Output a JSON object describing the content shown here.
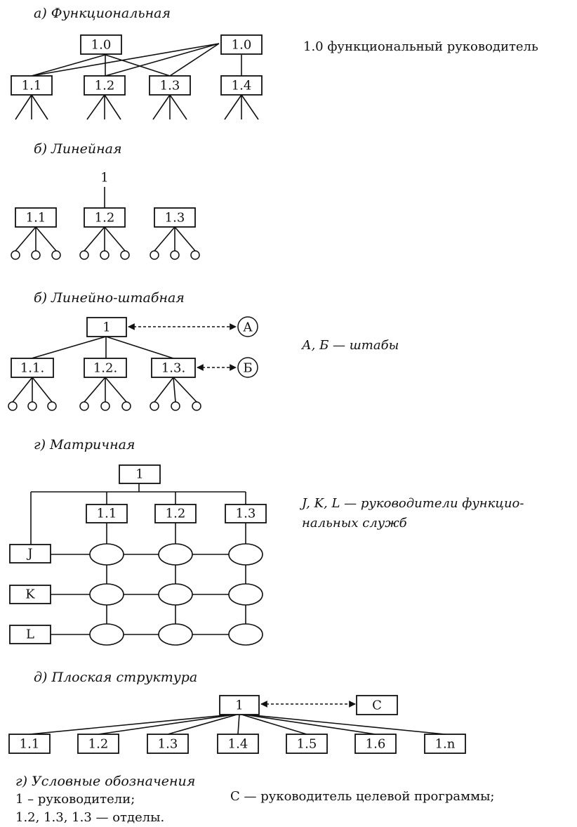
{
  "a": {
    "title": "а) Функциональная",
    "top_left": "1.0",
    "top_right": "1.0",
    "children": [
      "1.1",
      "1.2",
      "1.3",
      "1.4"
    ],
    "note": "1.0 функциональный руководитель"
  },
  "b": {
    "title": "б) Линейная",
    "root": "1",
    "children": [
      "1.1",
      "1.2",
      "1.3"
    ]
  },
  "c": {
    "title": "б) Линейно-штабная",
    "root": "1",
    "children": [
      "1.1.",
      "1.2.",
      "1.3."
    ],
    "staff_a": "А",
    "staff_b": "Б",
    "note": "А, Б — штабы"
  },
  "d": {
    "title": "г) Матричная",
    "root": "1",
    "columns": [
      "1.1",
      "1.2",
      "1.3"
    ],
    "rows": [
      "J",
      "K",
      "L"
    ],
    "note_line1": "J, K, L — руководители функцио-",
    "note_line2": "нальных служб"
  },
  "e": {
    "title": "д) Плоская структура",
    "root": "1",
    "program_box": "С",
    "children": [
      "1.1",
      "1.2",
      "1.3",
      "1.4",
      "1.5",
      "1.6",
      "1.n"
    ]
  },
  "legend": {
    "title": "г) Условные обозначения",
    "line1": "1 – руководители;",
    "line2": "1.2, 1.3, 1.3 — отделы.",
    "note": "С — руководитель целевой программы;"
  }
}
